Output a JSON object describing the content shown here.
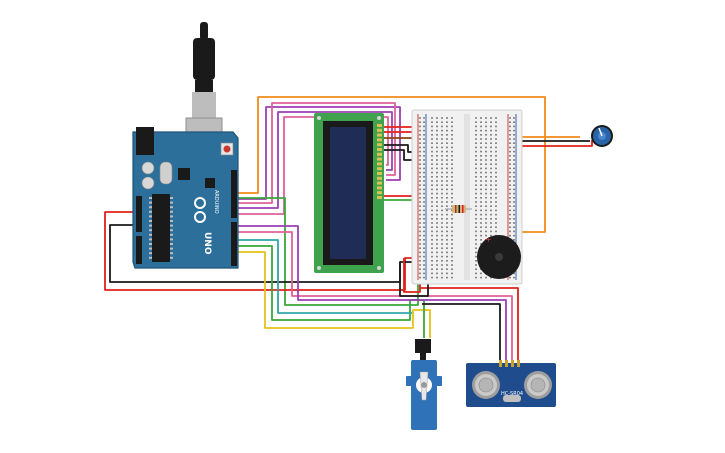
{
  "arduino": {
    "brand": "ARDUINO",
    "model": "UNO",
    "icon": "arduino-infinity-logo",
    "colors": {
      "board": "#2d6f9b",
      "board_dark": "#1f5478",
      "header": "#1a1a1a"
    }
  },
  "sensor": {
    "model": "HC-SR04",
    "icon": "ultrasonic-sensor",
    "colors": {
      "board": "#1e4c8c",
      "transducer": "#c9c9c9"
    }
  },
  "lcd": {
    "icon": "lcd-16x2",
    "colors": {
      "pcb": "#3fa34d",
      "screen": "#1f2c55"
    }
  },
  "servo": {
    "icon": "micro-servo",
    "colors": {
      "body": "#2f72b8",
      "horn": "#e8e8e8"
    }
  },
  "buzzer": {
    "icon": "piezo-buzzer",
    "colors": {
      "body": "#1c1c1c"
    }
  },
  "potentiometer": {
    "icon": "potentiometer-knob",
    "colors": {
      "body": "#2a64a8"
    }
  },
  "resistor": {
    "icon": "resistor",
    "colors": {
      "body": "#d9b17c"
    }
  },
  "usb_cable": {
    "icon": "usb-cable",
    "colors": {
      "plug": "#1a1a1a",
      "connector": "#bdbdbd"
    }
  },
  "breadboard": {
    "icon": "breadboard",
    "colors": {
      "body": "#f1f1f1",
      "rail_red": "#d23c3c",
      "rail_blue": "#3a5fb8"
    }
  },
  "wire_colors": {
    "red": "#e0201b",
    "black": "#1a1a1a",
    "orange": "#f08a1a",
    "purple": "#9b3fb5",
    "pink": "#e0609a",
    "green": "#3aa83a",
    "teal": "#2fa6a6",
    "yellow": "#e6c21a",
    "brown": "#8b4513"
  }
}
